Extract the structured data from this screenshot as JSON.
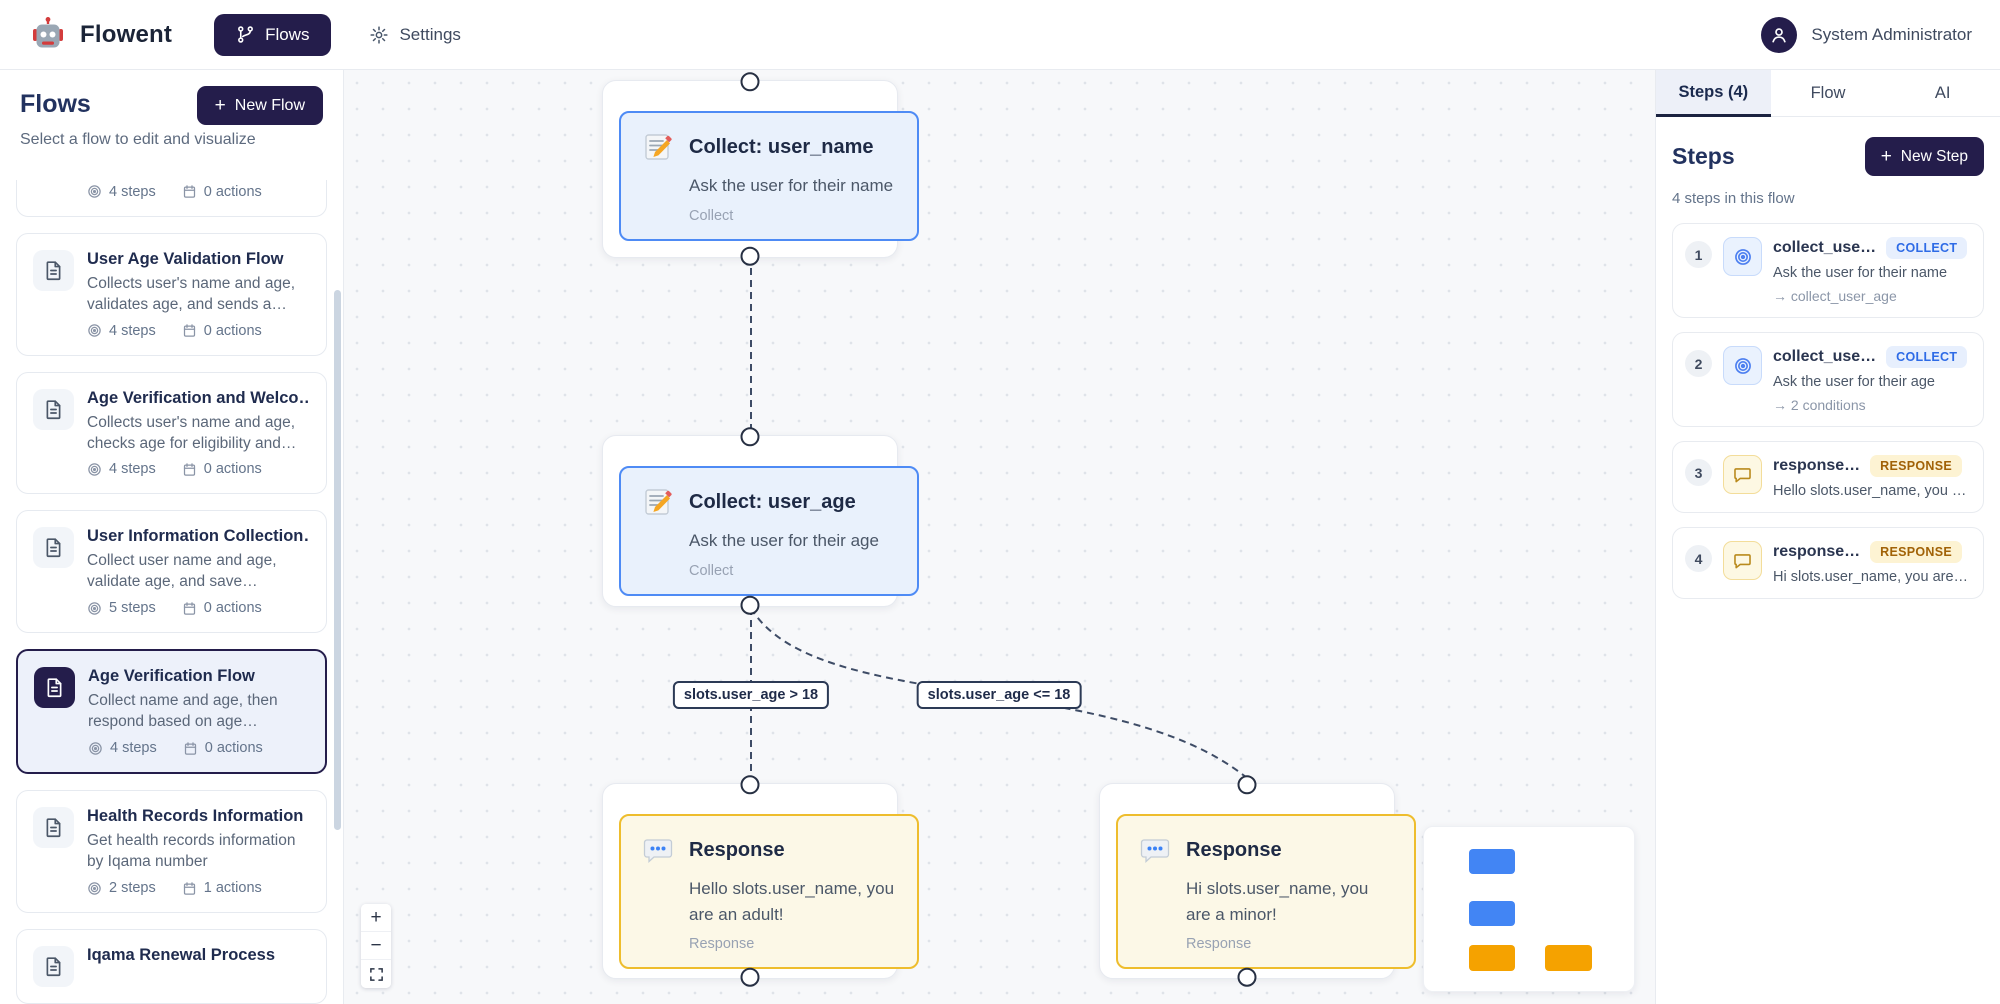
{
  "navbar": {
    "brand": "Flowent",
    "flows_label": "Flows",
    "settings_label": "Settings",
    "user_name": "System Administrator"
  },
  "icons": {
    "plus": "+",
    "minus": "−"
  },
  "sidebar": {
    "title": "Flows",
    "new_flow_label": "New Flow",
    "subtitle": "Select a flow to edit and visualize",
    "flows": [
      {
        "title": "",
        "desc": "",
        "steps": "4 steps",
        "actions": "0 actions",
        "selected": false
      },
      {
        "title": "User Age Validation Flow",
        "desc": "Collects user's name and age, validates age, and sends a…",
        "steps": "4 steps",
        "actions": "0 actions",
        "selected": false
      },
      {
        "title": "Age Verification and Welco…",
        "desc": "Collects user's name and age, checks age for eligibility and…",
        "steps": "4 steps",
        "actions": "0 actions",
        "selected": false
      },
      {
        "title": "User Information Collection…",
        "desc": "Collect user name and age, validate age, and save…",
        "steps": "5 steps",
        "actions": "0 actions",
        "selected": false
      },
      {
        "title": "Age Verification Flow",
        "desc": "Collect name and age, then respond based on age…",
        "steps": "4 steps",
        "actions": "0 actions",
        "selected": true
      },
      {
        "title": "Health Records Information",
        "desc": "Get health records information by Iqama number",
        "steps": "2 steps",
        "actions": "1 actions",
        "selected": false
      },
      {
        "title": "Iqama Renewal Process",
        "desc": "",
        "steps": "",
        "actions": "",
        "selected": false
      }
    ]
  },
  "canvas": {
    "nodes": [
      {
        "kind": "collect",
        "title": "Collect: user_name",
        "desc": "Ask the user for their name",
        "type_label": "Collect"
      },
      {
        "kind": "collect",
        "title": "Collect: user_age",
        "desc": "Ask the user for their age",
        "type_label": "Collect"
      },
      {
        "kind": "response",
        "title": "Response",
        "desc": "Hello slots.user_name, you are an adult!",
        "type_label": "Response"
      },
      {
        "kind": "response",
        "title": "Response",
        "desc": "Hi slots.user_name, you are a minor!",
        "type_label": "Response"
      }
    ],
    "edge_labels": [
      "slots.user_age > 18",
      "slots.user_age <= 18"
    ],
    "minimap_nodes": [
      "collect",
      "collect",
      "response",
      "response"
    ]
  },
  "steps_panel": {
    "tabs": [
      "Steps (4)",
      "Flow",
      "AI"
    ],
    "active_tab": "Steps (4)",
    "title": "Steps",
    "new_step_label": "New Step",
    "subtitle": "4 steps in this flow",
    "steps": [
      {
        "num": "1",
        "name": "collect_use…",
        "badge": "COLLECT",
        "desc": "Ask the user for their name",
        "extra": "→ collect_user_age"
      },
      {
        "num": "2",
        "name": "collect_use…",
        "badge": "COLLECT",
        "desc": "Ask the user for their age",
        "extra": "→ 2 conditions"
      },
      {
        "num": "3",
        "name": "response…",
        "badge": "RESPONSE",
        "desc": "Hello slots.user_name, you …",
        "extra": ""
      },
      {
        "num": "4",
        "name": "response…",
        "badge": "RESPONSE",
        "desc": "Hi slots.user_name, you are…",
        "extra": ""
      }
    ]
  },
  "colors": {
    "navy": "#241d4b",
    "collect_border": "#4e8bf5",
    "collect_bg": "#e9f1fc",
    "response_border": "#eebd2d",
    "response_bg": "#fcf8e7",
    "badge_collect_text": "#2e6be6",
    "badge_collect_bg": "#e7effd",
    "badge_response_text": "#a16207",
    "badge_response_bg": "#fdf3d3",
    "minimap_blue": "#4285f4",
    "minimap_orange": "#f5a200"
  }
}
